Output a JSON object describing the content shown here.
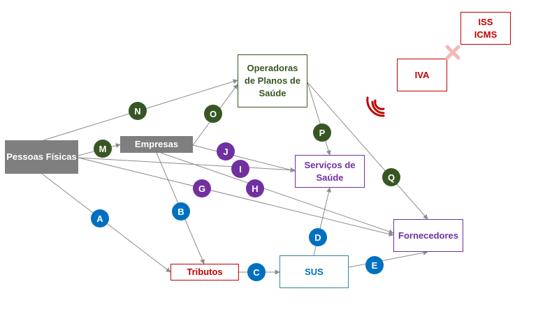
{
  "nodes": {
    "pessoas": "Pessoas Físicas",
    "empresas": "Empresas",
    "operadoras": "Operadoras\nde Planos de\nSaúde",
    "servicos": "Serviços de\nSaúde",
    "fornecedores": "Fornecedores",
    "tributos": "Tributos",
    "sus": "SUS",
    "iva": "IVA",
    "iss_icms": "ISS\nICMS"
  },
  "badges": {
    "N": "N",
    "M": "M",
    "O": "O",
    "P": "P",
    "Q": "Q",
    "J": "J",
    "I": "I",
    "G": "G",
    "H": "H",
    "A": "A",
    "B": "B",
    "C": "C",
    "D": "D",
    "E": "E"
  },
  "colors": {
    "gray": "#7f7f7f",
    "green": "#375623",
    "purple": "#7030a0",
    "blue": "#0070c0",
    "red": "#c00000",
    "teal": "#31849b",
    "edge": "#8c8c8c",
    "cross": "#f4b8b8"
  }
}
